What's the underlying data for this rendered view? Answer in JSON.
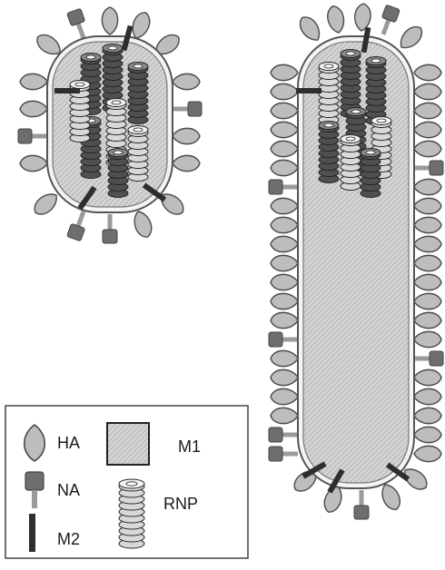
{
  "legend": {
    "ha_label": "HA",
    "na_label": "NA",
    "m2_label": "M2",
    "m1_label": "M1",
    "rnp_label": "RNP"
  },
  "colors": {
    "spike_fill": "#bdbdbd",
    "spike_stroke": "#4a4a4a",
    "na_head": "#6e6e6e",
    "m2_bar": "#2e2e2e",
    "membrane": "#f4f4f4",
    "matrix": "#cfcfcf",
    "rnp_dark": "#4f4f4f",
    "rnp_light": "#d8d8d8"
  }
}
